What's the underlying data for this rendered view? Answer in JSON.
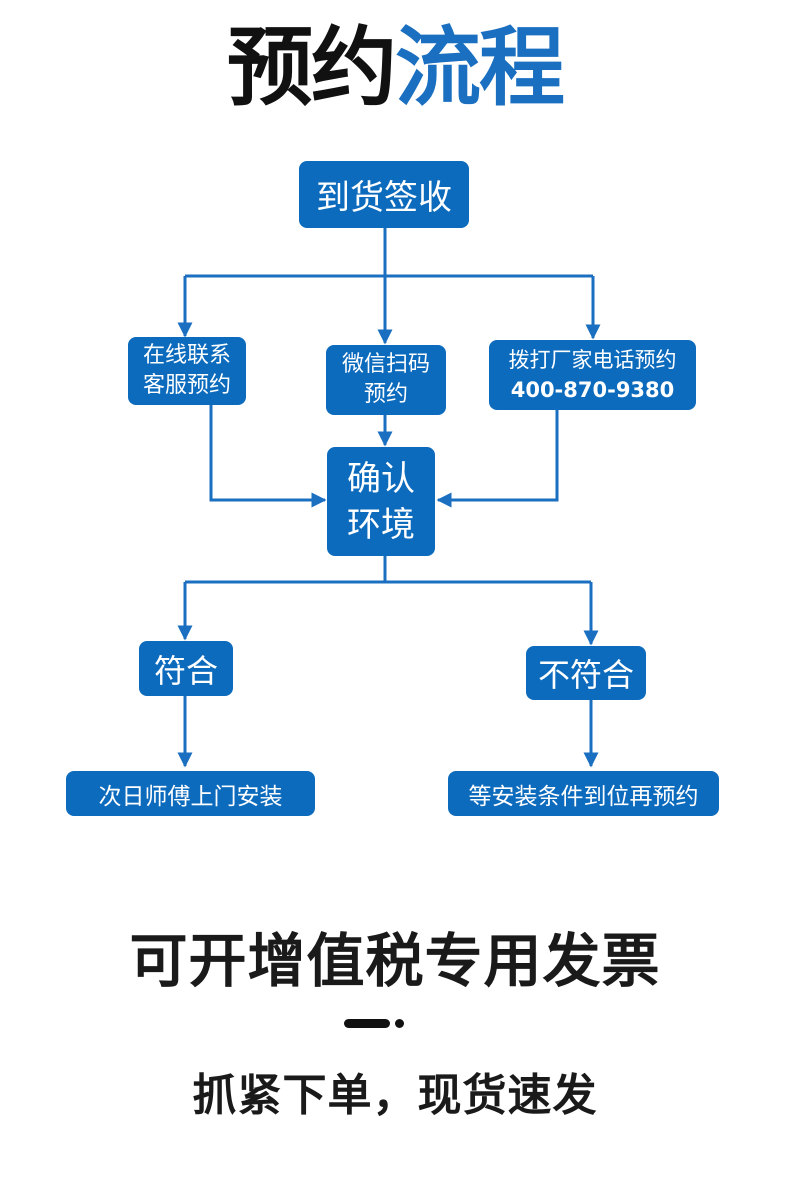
{
  "title": {
    "part1": "预约",
    "part2": "流程"
  },
  "flow": {
    "start": "到货签收",
    "option_online_line1": "在线联系",
    "option_online_line2": "客服预约",
    "option_wechat_line1": "微信扫码",
    "option_wechat_line2": "预约",
    "option_phone_line1": "拨打厂家电话预约",
    "option_phone_line2": "400-870-9380",
    "confirm_line1": "确认",
    "confirm_line2": "环境",
    "match": "符合",
    "not_match": "不符合",
    "result_match": "次日师傅上门安装",
    "result_not_match": "等安装条件到位再预约"
  },
  "invoice": "可开增值税专用发票",
  "slogan": "抓紧下单，现货速发",
  "colors": {
    "box": "#0d6bbd",
    "line": "#1a6fc0",
    "title_accent": "#1a6fc0"
  }
}
